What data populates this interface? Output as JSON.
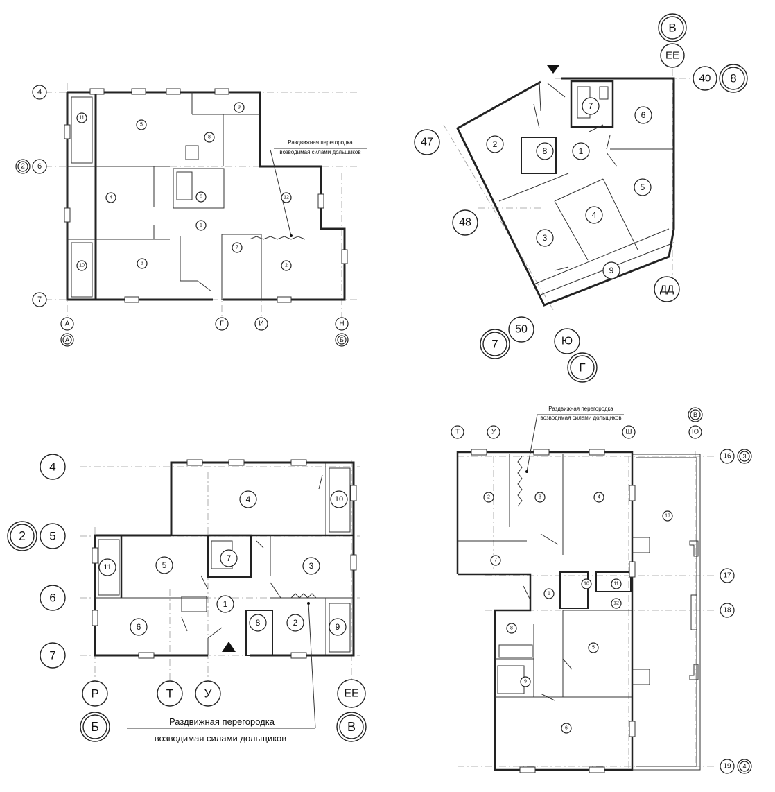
{
  "note_text": [
    "Раздвижная перегородка",
    "возводимая силами дольщиков"
  ],
  "plan1": {
    "axes": [
      "4",
      "2",
      "6",
      "7",
      "А",
      "А",
      "Г",
      "И",
      "Н",
      "Б"
    ],
    "rooms": [
      "11",
      "5",
      "9",
      "8",
      "4",
      "6",
      "1",
      "12",
      "10",
      "3",
      "7",
      "2"
    ]
  },
  "plan2": {
    "axes": [
      "В",
      "ЕЕ",
      "40",
      "8",
      "47",
      "48",
      "ДД",
      "50",
      "7",
      "Ю",
      "Г"
    ],
    "rooms": [
      "7",
      "6",
      "2",
      "8",
      "1",
      "5",
      "4",
      "3",
      "9"
    ]
  },
  "plan3": {
    "axes": [
      "4",
      "2",
      "5",
      "6",
      "7",
      "Р",
      "Т",
      "У",
      "ЕЕ",
      "Б",
      "В"
    ],
    "rooms": [
      "4",
      "10",
      "7",
      "5",
      "11",
      "3",
      "1",
      "2",
      "8",
      "9",
      "6"
    ]
  },
  "plan4": {
    "axes": [
      "Т",
      "У",
      "Ш",
      "В",
      "Ю",
      "16",
      "3",
      "17",
      "18",
      "19",
      "4"
    ],
    "rooms": [
      "2",
      "3",
      "4",
      "13",
      "7",
      "1",
      "10",
      "11",
      "12",
      "8",
      "5",
      "9",
      "6"
    ]
  }
}
